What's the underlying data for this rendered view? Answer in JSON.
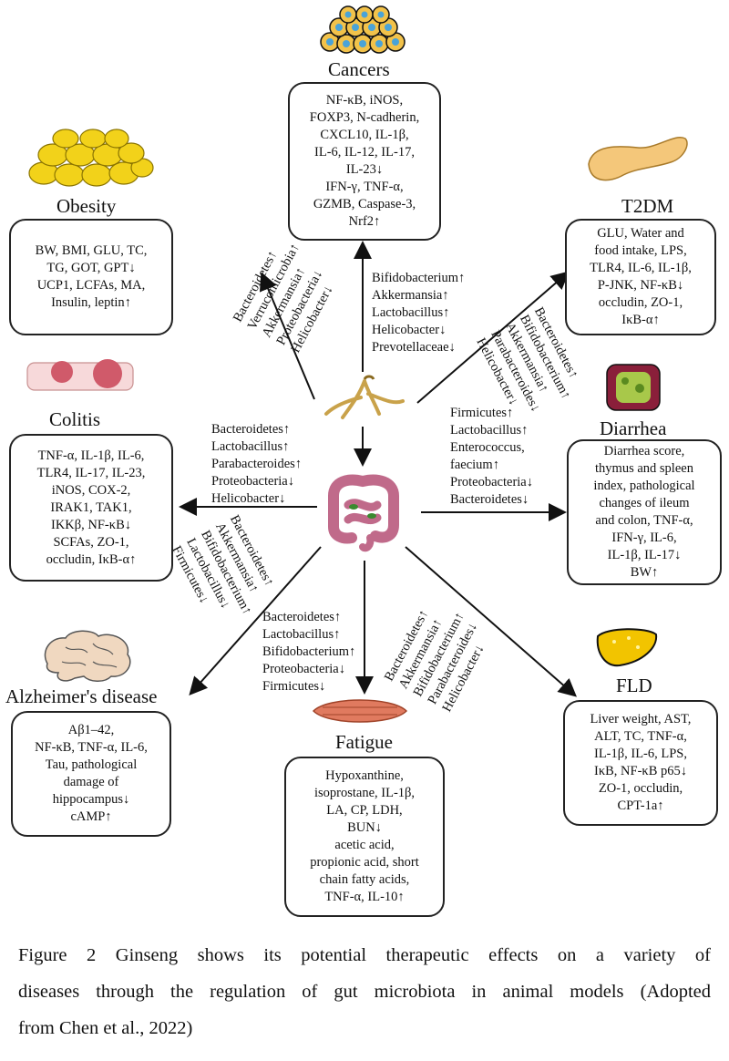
{
  "diseases": {
    "cancers": {
      "title": "Cancers",
      "lines": [
        "NF-κB, iNOS,",
        "FOXP3, N-cadherin,",
        "CXCL10, IL-1β,",
        "IL-6, IL-12, IL-17,",
        "IL-23↓",
        "IFN-γ, TNF-α,",
        "GZMB, Caspase-3,",
        "Nrf2↑"
      ],
      "bacteria": [
        "Bifidobacterium↑",
        "Akkermansia↑",
        "Lactobacillus↑",
        "Helicobacter↓",
        "Prevotellaceae↓"
      ]
    },
    "obesity": {
      "title": "Obesity",
      "lines": [
        "BW, BMI, GLU, TC,",
        "TG, GOT, GPT↓",
        "UCP1, LCFAs, MA,",
        "Insulin, leptin↑"
      ],
      "bacteria": [
        "Bacteroidetes↑",
        "Verrucomicrobia↑",
        "Akkermansia↑",
        "Proteobacteria↓",
        "Helicobacter↓"
      ]
    },
    "t2dm": {
      "title": "T2DM",
      "lines": [
        "GLU, Water and",
        "food intake, LPS,",
        "TLR4, IL-6, IL-1β,",
        "P-JNK, NF-κB↓",
        "occludin, ZO-1,",
        "IκB-α↑"
      ],
      "bacteria": [
        "Bacteroidetes↑",
        "Bifidobacterium↑",
        "Akkermansia↑",
        "Parabacteroides↓",
        "Helicobacter↓"
      ]
    },
    "colitis": {
      "title": "Colitis",
      "lines": [
        "TNF-α, IL-1β,  IL-6,",
        "TLR4, IL-17, IL-23,",
        "iNOS, COX-2,",
        "IRAK1, TAK1,",
        "IKKβ, NF-κB↓",
        "SCFAs, ZO-1,",
        "occludin, IκB-α↑"
      ],
      "bacteria": [
        "Bacteroidetes↑",
        "Lactobacillus↑",
        "Parabacteroides↑",
        "Proteobacteria↓",
        "Helicobacter↓"
      ]
    },
    "diarrhea": {
      "title": "Diarrhea",
      "lines": [
        "Diarrhea score,",
        "thymus and spleen",
        "index, pathological",
        "changes of ileum",
        "and colon, TNF-α,",
        "IFN-γ, IL-6,",
        "IL-1β, IL-17↓",
        "BW↑"
      ],
      "bacteria": [
        "Firmicutes↑",
        "Lactobacillus↑",
        "Enterococcus,",
        "faecium↑",
        "Proteobacteria↓",
        "Bacteroidetes↓"
      ]
    },
    "alzheimers": {
      "title": "Alzheimer's  disease",
      "lines": [
        "Aβ1–42,",
        "NF-κB, TNF-α, IL-6,",
        "Tau, pathological",
        "damage of",
        "hippocampus↓",
        "cAMP↑"
      ],
      "bacteria": [
        "Bacteroidetes↑",
        "Akkermansia↑",
        "Bifidobacterium↑",
        "Lactobacillus↓",
        "Firmicutes↓"
      ]
    },
    "fatigue": {
      "title": "Fatigue",
      "lines": [
        "Hypoxanthine,",
        "isoprostane, IL-1β,",
        "LA, CP, LDH,",
        "BUN↓",
        "acetic acid,",
        "propionic acid, short",
        "chain fatty acids,",
        "TNF-α, IL-10↑"
      ],
      "bacteria": [
        "Bacteroidetes↑",
        "Lactobacillus↑",
        "Bifidobacterium↑",
        "Proteobacteria↓",
        "Firmicutes↓"
      ]
    },
    "fld": {
      "title": "FLD",
      "lines": [
        "Liver weight, AST,",
        "ALT, TC, TNF-α,",
        "IL-1β, IL-6, LPS,",
        "IκB, NF-κB p65↓",
        "ZO-1, occludin,",
        "CPT-1a↑"
      ],
      "bacteria": [
        "Bacteroidetes↑",
        "Akkermansia↑",
        "Bifidobacterium↑",
        "Parabacteroides↓",
        "Helicobacter↓"
      ]
    }
  },
  "caption": [
    "Figure 2 Ginseng shows its potential therapeutic effects on a variety of",
    "diseases through the regulation of gut microbiota in animal models (Adopted",
    "from Chen et al., 2022)"
  ],
  "colors": {
    "line": "#111111",
    "fat": "#f2d21a",
    "liver": "#f2c400",
    "pancreas": "#f4c77a",
    "muscle": "#e07a5f",
    "cell": "#4aa3d8"
  }
}
